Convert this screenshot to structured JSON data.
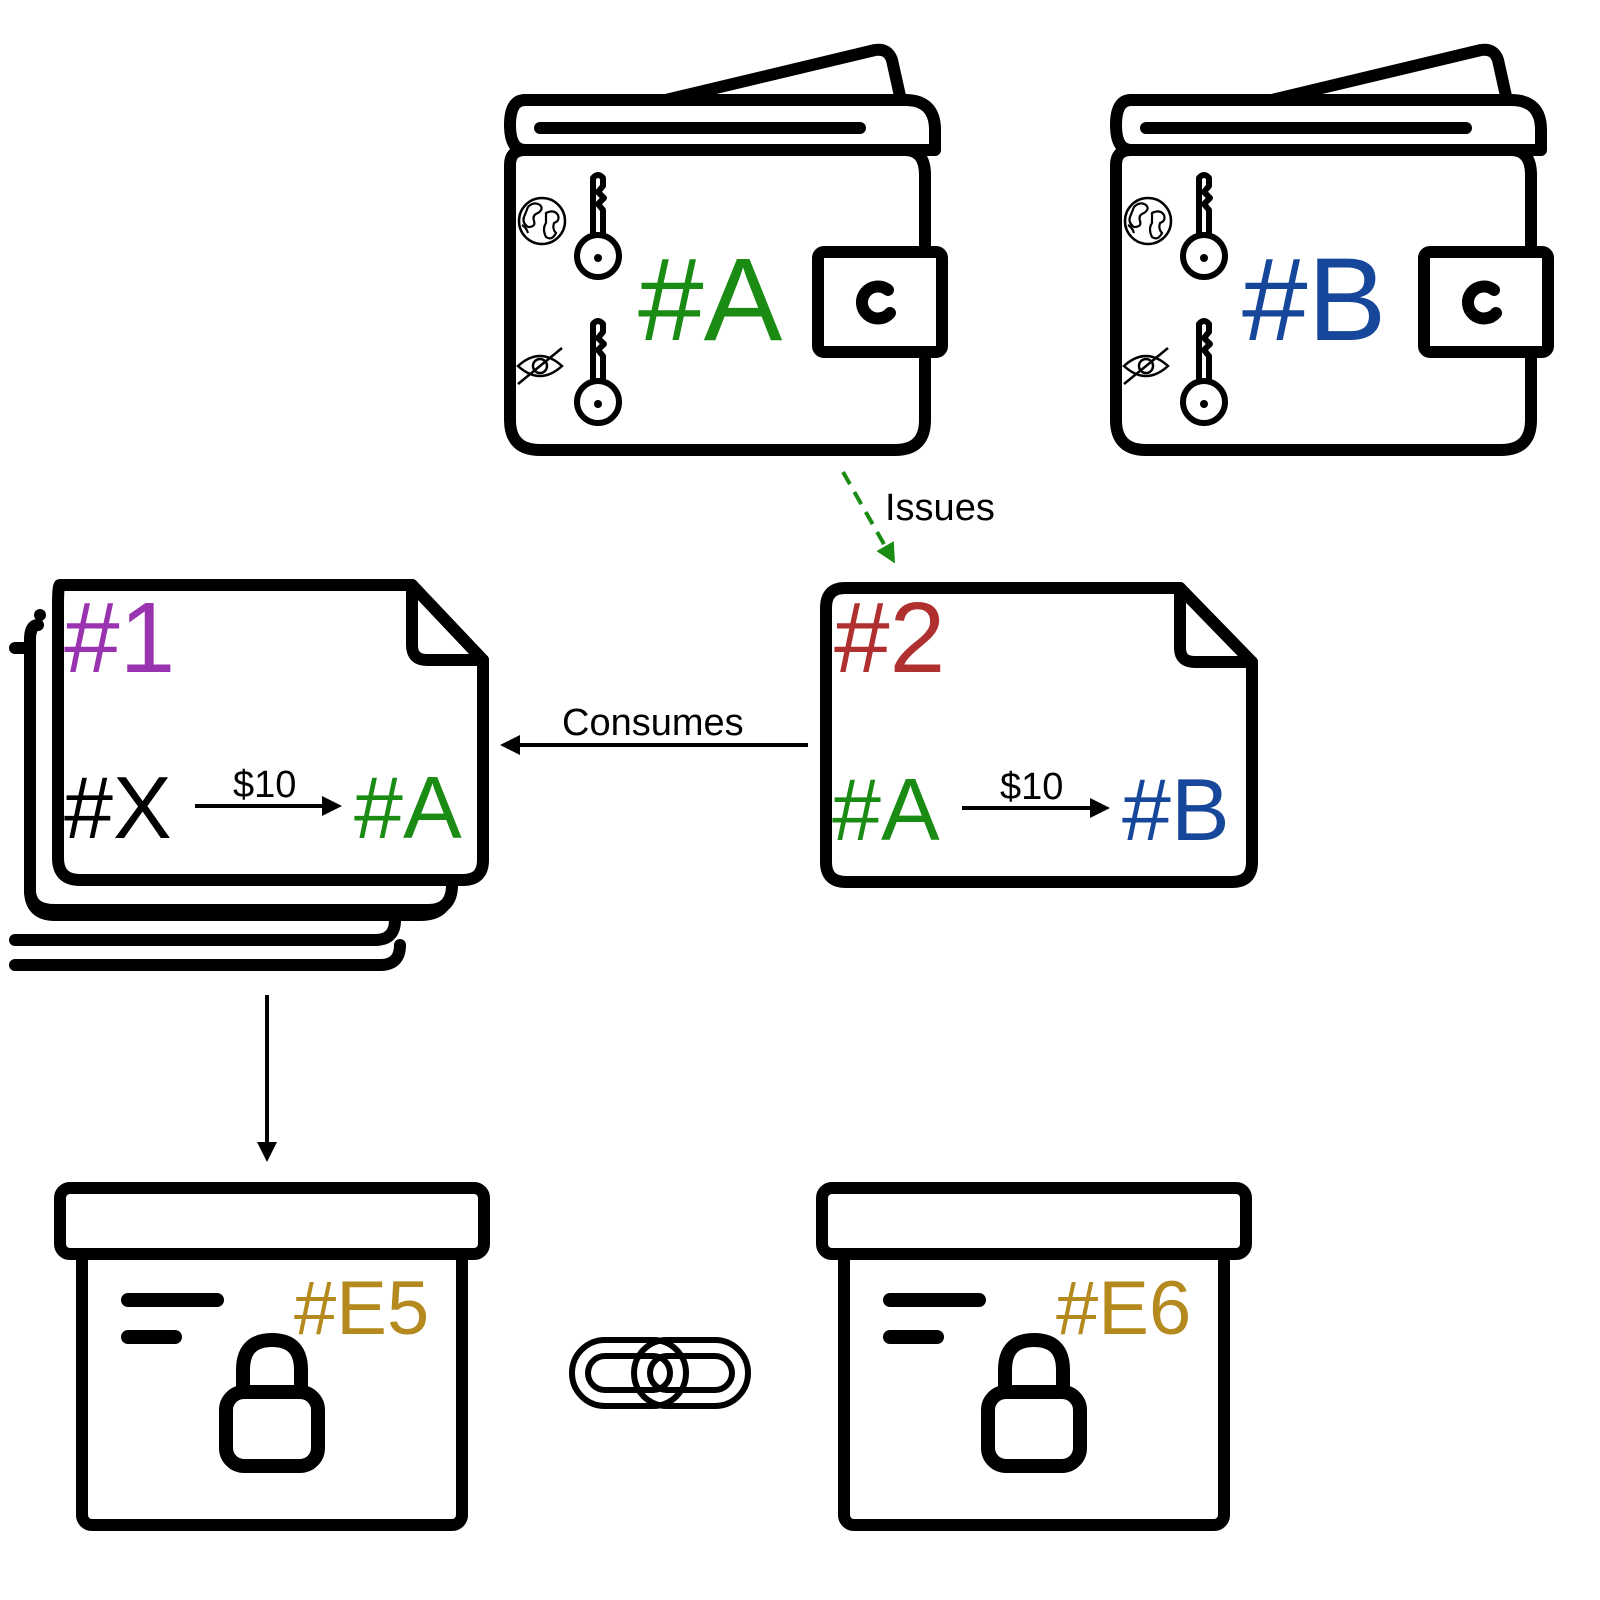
{
  "colors": {
    "green": "#1a8c14",
    "blue": "#16479a",
    "purple": "#9933b0",
    "red": "#b03030",
    "gold": "#b48a1e",
    "black": "#000000"
  },
  "wallets": [
    {
      "label": "#A",
      "color": "green",
      "icons": [
        "globe-icon",
        "public-key-icon",
        "eye-off-icon",
        "private-key-icon",
        "clasp-icon"
      ]
    },
    {
      "label": "#B",
      "color": "blue",
      "icons": [
        "globe-icon",
        "public-key-icon",
        "eye-off-icon",
        "private-key-icon",
        "clasp-icon"
      ]
    }
  ],
  "documents": [
    {
      "id": "#1",
      "id_color": "purple",
      "from": "#X",
      "from_color": "black",
      "amount": "$10",
      "to": "#A",
      "to_color": "green",
      "stacked": true
    },
    {
      "id": "#2",
      "id_color": "red",
      "from": "#A",
      "from_color": "green",
      "amount": "$10",
      "to": "#B",
      "to_color": "blue",
      "stacked": false
    }
  ],
  "edges": [
    {
      "label": "Issues",
      "style": "dashed",
      "color": "green"
    },
    {
      "label": "Consumes",
      "style": "solid",
      "color": "black"
    },
    {
      "label": "",
      "style": "solid",
      "color": "black"
    }
  ],
  "archives": [
    {
      "label": "#E5",
      "color": "gold"
    },
    {
      "label": "#E6",
      "color": "gold"
    }
  ],
  "link_icon": "chain-link-icon"
}
